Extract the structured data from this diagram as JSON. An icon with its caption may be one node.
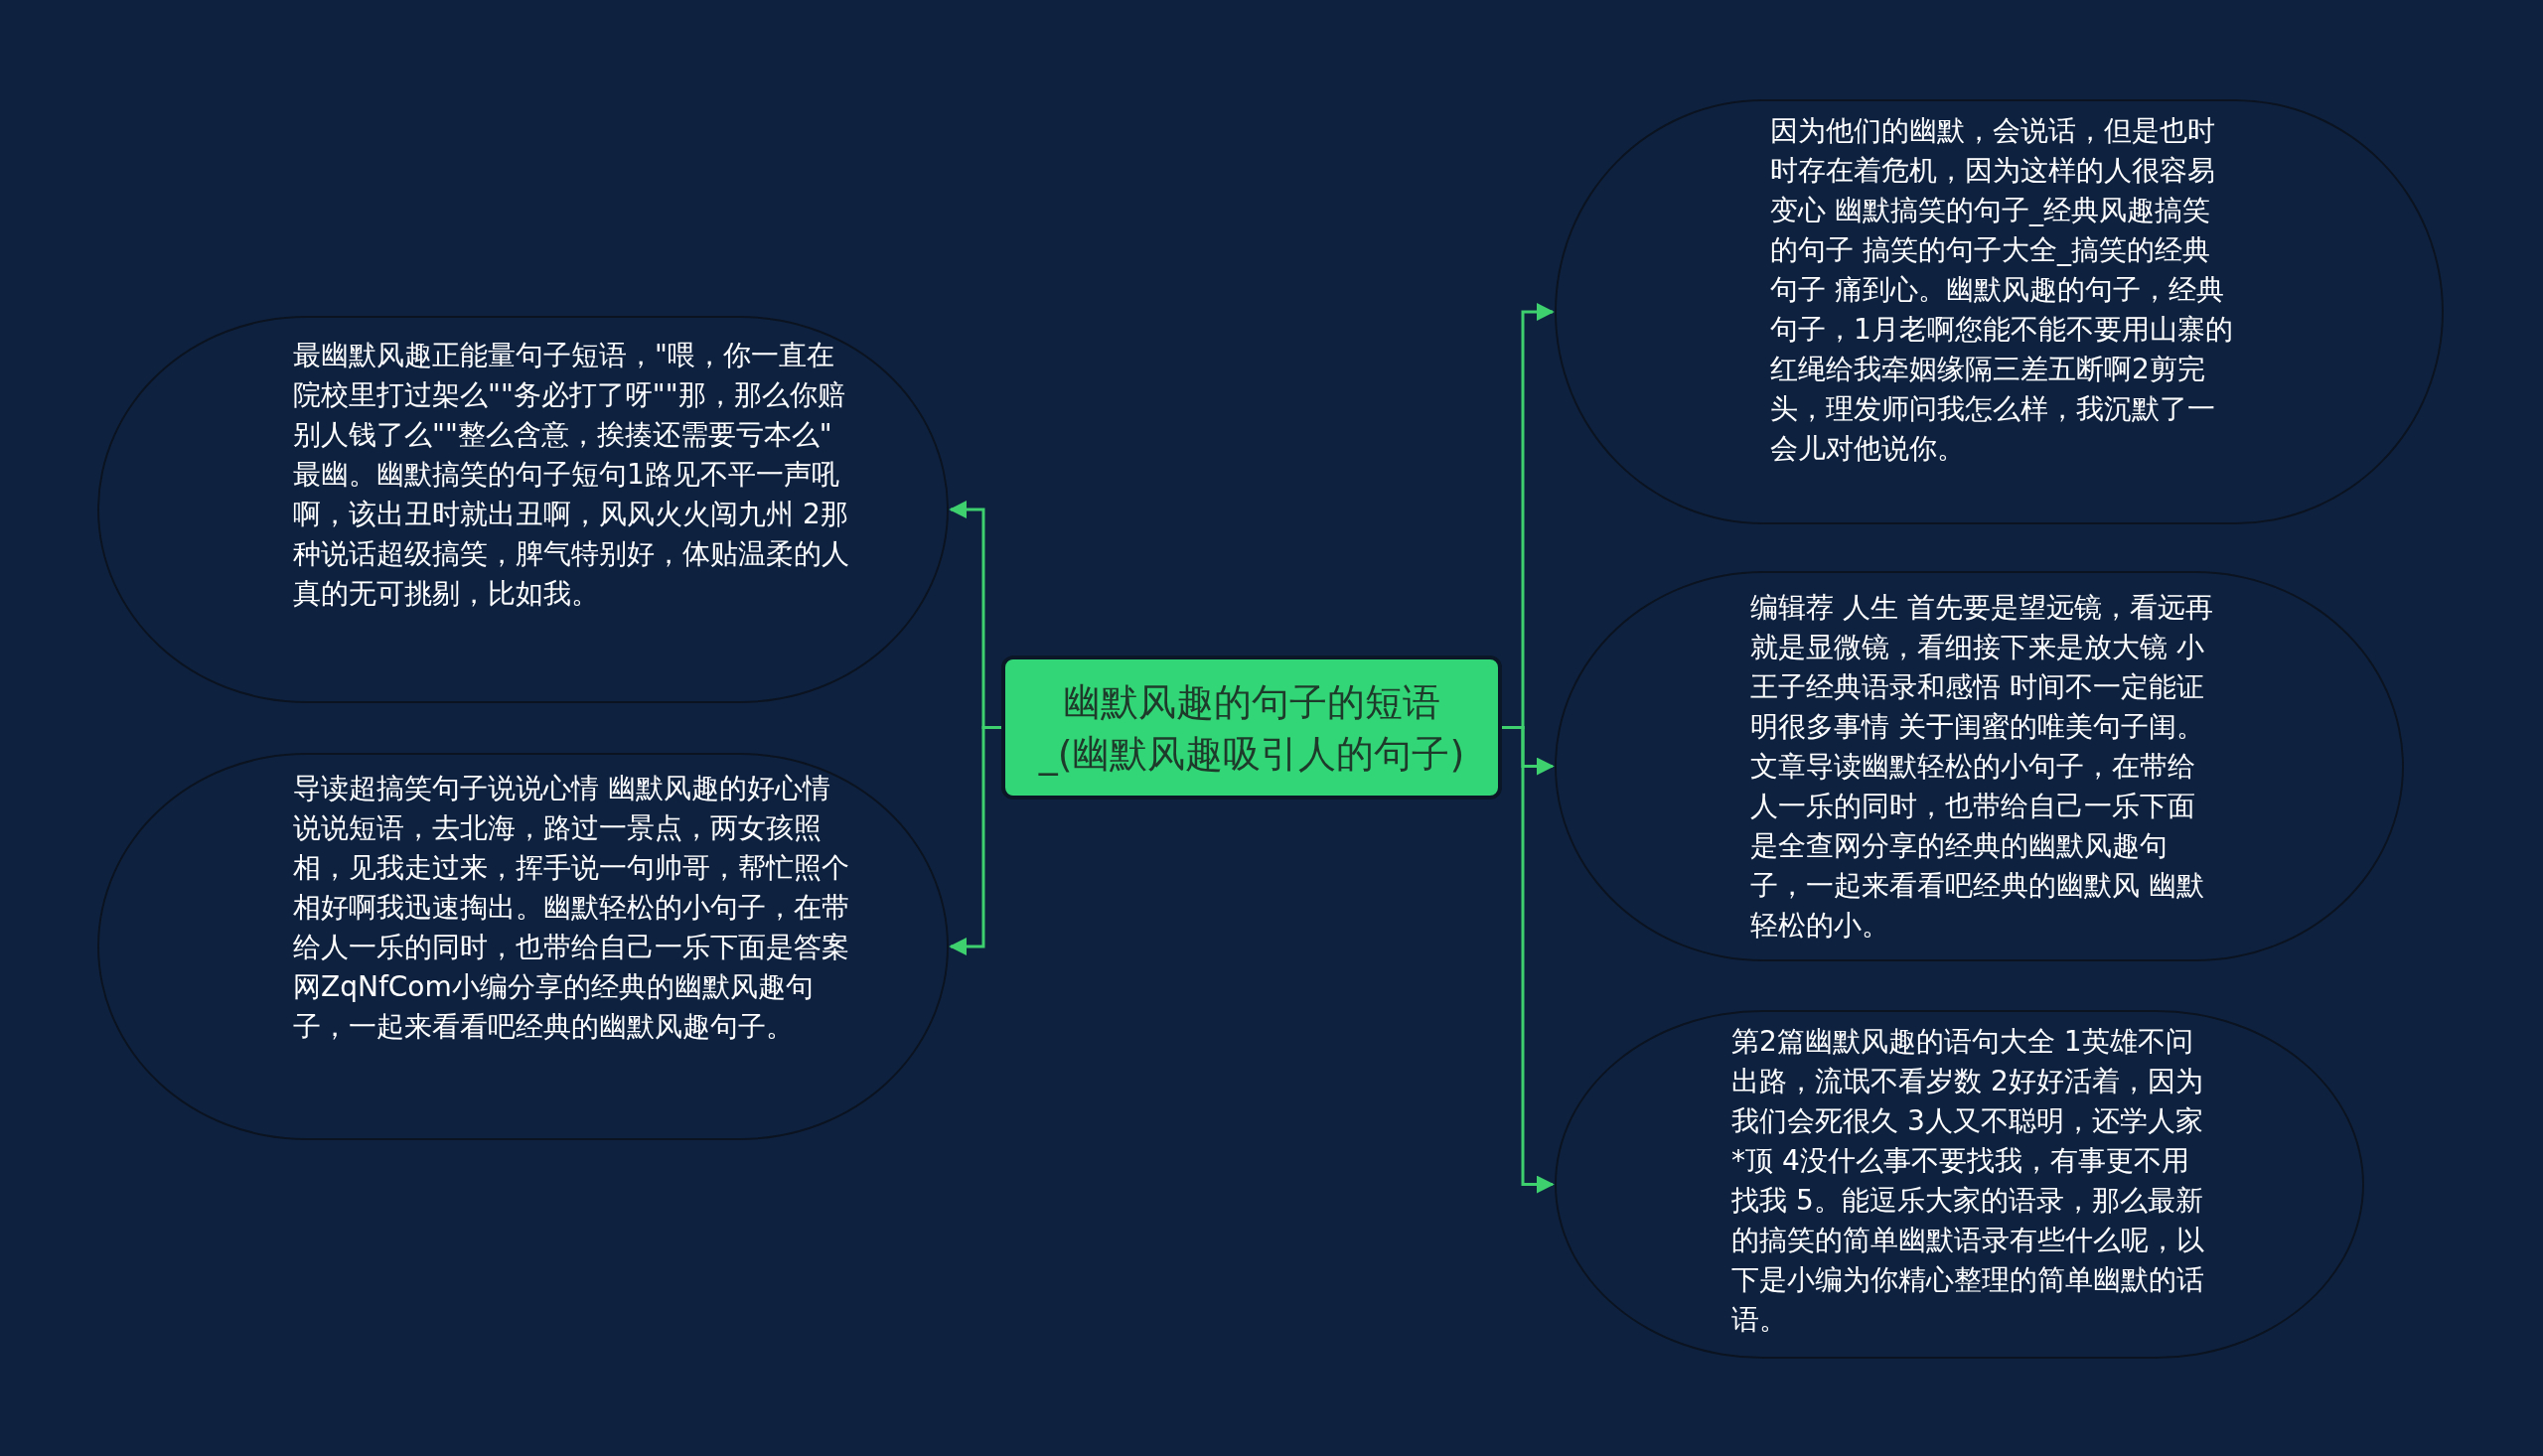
{
  "diagram": {
    "nodes": [
      {
        "text": [
          "幽默风趣的句子的短语_(幽默风趣吸引人的句子)"
        ]
      },
      {
        "text": [
          "最幽默风趣正能量句子短语，\"喂，你一直在院校里打过架么\"\"务必打了呀\"\"那，那么你赔别人钱了么\"\"整么含意，挨揍还需要亏本么\" 最幽。幽默搞笑的句子短句1路见不平一声吼啊，该出丑时就出丑啊，风风火火闯九州 2那种说话超级搞笑，脾气特别好，体贴温柔的人真的无可挑剔，比如我。"
        ]
      },
      {
        "text": [
          "导读超搞笑句子说说心情 幽默风趣的好心情说说短语，去北海，路过一景点，两女孩照相，见我走过来，挥手说一句帅哥，帮忙照个相好啊我迅速掏出。幽默轻松的小句子，在带给人一乐的同时，也带给自己一乐下面是答案网ZqNfCom小编分享的经典的幽默风趣句子，一起来看看吧经典的幽默风趣句子。"
        ]
      },
      {
        "text": [
          "因为他们的幽默，会说话，但是也时时存在着危机，因为这样的人很容易变心 幽默搞笑的句子_经典风趣搞笑的句子 搞笑的句子大全_搞笑的经典句子 痛到心。幽默风趣的句子，经典句子，1月老啊您能不能不要用山寨的红绳给我牵姻缘隔三差五断啊2剪完头，理发师问我怎么样，我沉默了一会儿对他说你。"
        ]
      },
      {
        "text": [
          "编辑荐 人生 首先要是望远镜，看远再就是显微镜，看细接下来是放大镜 小王子经典语录和感悟 时间不一定能证明很多事情 关于闺蜜的唯美句子闺。文章导读幽默轻松的小句子，在带给人一乐的同时，也带给自己一乐下面是全查网分享的经典的幽默风趣句子，一起来看看吧经典的幽默风 幽默轻松的小。"
        ]
      },
      {
        "text": [
          "第2篇幽默风趣的语句大全 1英雄不问出路，流氓不看岁数 2好好活着，因为我们会死很久 3人又不聪明，还学人家*顶 4没什么事不要找我，有事更不用找我 5。能逗乐大家的语录，那么最新的搞笑的简单幽默语录有些什么呢，以下是小编为你精心整理的简单幽默的话语。"
        ]
      }
    ],
    "edges": [
      {
        "from": 0,
        "to": 1,
        "arrow": "to"
      },
      {
        "from": 0,
        "to": 2,
        "arrow": "to"
      },
      {
        "from": 0,
        "to": 3,
        "arrow": "to"
      },
      {
        "from": 0,
        "to": 4,
        "arrow": "to"
      },
      {
        "from": 0,
        "to": 5,
        "arrow": "to"
      }
    ]
  }
}
